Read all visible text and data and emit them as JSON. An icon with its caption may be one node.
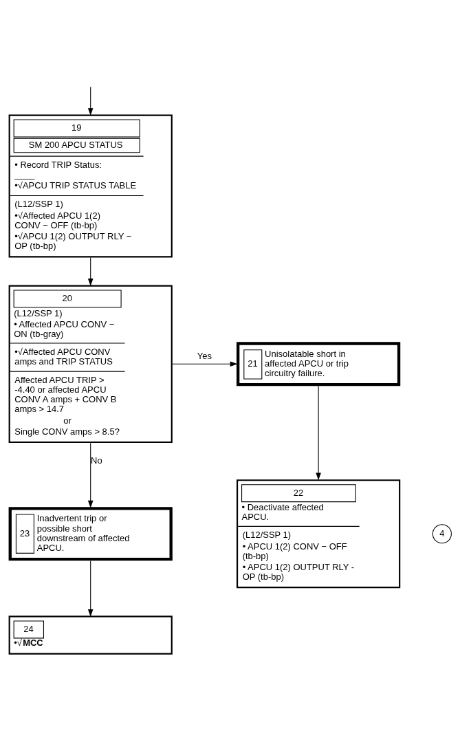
{
  "diagram": {
    "nodes": [
      {
        "text": [
          "19",
          "SM 200 APCU STATUS",
          "• Record TRIP Status: ____",
          "•√APCU TRIP STATUS TABLE",
          "(L12/SSP 1)",
          "•√Affected APCU 1(2) CONV − OFF (tb-bp)",
          "•√APCU 1(2) OUTPUT RLY − OP (tb-bp)"
        ]
      },
      {
        "text": [
          "20",
          "(L12/SSP 1)",
          "• Affected APCU CONV − ON (tb-gray)",
          "•√Affected APCU CONV amps and TRIP STATUS",
          "Affected APCU TRIP > -4.40 or affected APCU CONV A amps + CONV B amps > 14.7",
          "or",
          "Single CONV amps > 8.5?"
        ]
      },
      {
        "text": [
          "21",
          "Unisolatable short in affected APCU or trip circuitry failure."
        ]
      },
      {
        "text": [
          "23",
          "Inadvertent trip or possible short downstream of affected APCU."
        ]
      },
      {
        "text": [
          "4"
        ]
      },
      {
        "text": [
          "22",
          "• Deactivate affected APCU.",
          "(L12/SSP 1)",
          "• APCU 1(2) CONV − OFF (tb-bp)",
          "• APCU 1(2) OUTPUT RLY - OP (tb-bp)"
        ]
      },
      {
        "text": [
          "24",
          "•√**MCC**"
        ]
      }
    ],
    "edges": [
      {
        "from": null,
        "to": 0,
        "arrow": "to"
      },
      {
        "from": 0,
        "to": 1,
        "arrow": "to"
      },
      {
        "from": 1,
        "to": 2,
        "arrow": "to",
        "label": "Yes"
      },
      {
        "from": 1,
        "to": 3,
        "arrow": "to",
        "label": "No"
      },
      {
        "from": 2,
        "to": 5,
        "arrow": "to"
      },
      {
        "from": 3,
        "to": 6,
        "arrow": "to"
      }
    ]
  }
}
